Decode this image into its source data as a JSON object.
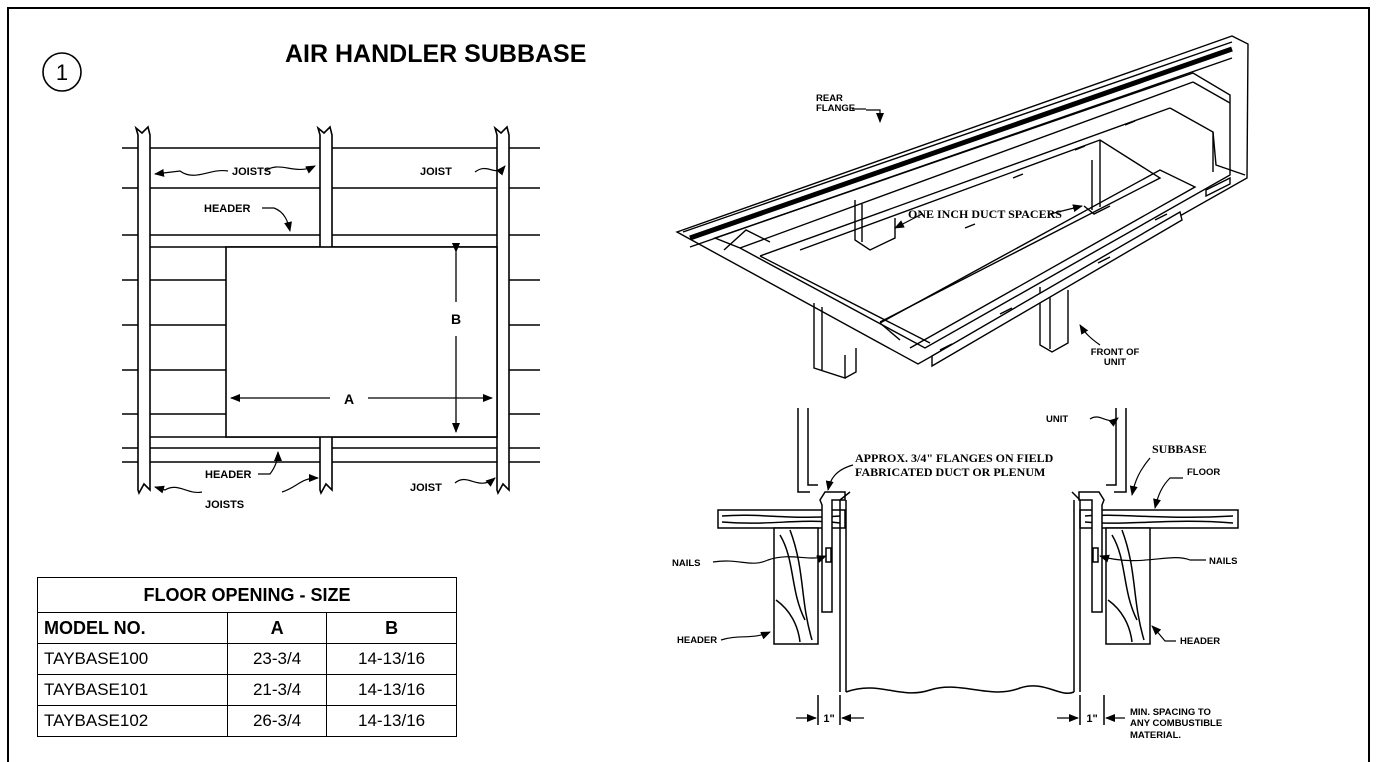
{
  "figure": {
    "number": "1",
    "title": "AIR HANDLER SUBBASE"
  },
  "floor_plan": {
    "labels": {
      "joists_top": "JOISTS",
      "joist_top_right": "JOIST",
      "header_top": "HEADER",
      "dim_b": "B",
      "dim_a": "A",
      "header_bottom": "HEADER",
      "joists_bottom": "JOISTS",
      "joist_bottom_right": "JOIST"
    }
  },
  "iso_view": {
    "labels": {
      "rear_flange_1": "REAR",
      "rear_flange_2": "FLANGE",
      "duct_spacers": "ONE INCH DUCT SPACERS",
      "front_of_unit_1": "FRONT OF",
      "front_of_unit_2": "UNIT"
    }
  },
  "section_view": {
    "labels": {
      "unit": "UNIT",
      "approx_flanges_1": "APPROX. 3/4\" FLANGES ON FIELD",
      "approx_flanges_2": "FABRICATED DUCT OR PLENUM",
      "subbase": "SUBBASE",
      "floor": "FLOOR",
      "nails_left": "NAILS",
      "nails_right": "NAILS",
      "header_left": "HEADER",
      "header_right": "HEADER",
      "spacing_left": "1\"",
      "spacing_right": "1\"",
      "min_spacing_1": "MIN. SPACING TO",
      "min_spacing_2": "ANY COMBUSTIBLE",
      "min_spacing_3": "MATERIAL."
    }
  },
  "table": {
    "caption": "FLOOR OPENING - SIZE",
    "headers": [
      "MODEL NO.",
      "A",
      "B"
    ],
    "rows": [
      [
        "TAYBASE100",
        "23-3/4",
        "14-13/16"
      ],
      [
        "TAYBASE101",
        "21-3/4",
        "14-13/16"
      ],
      [
        "TAYBASE102",
        "26-3/4",
        "14-13/16"
      ]
    ]
  }
}
